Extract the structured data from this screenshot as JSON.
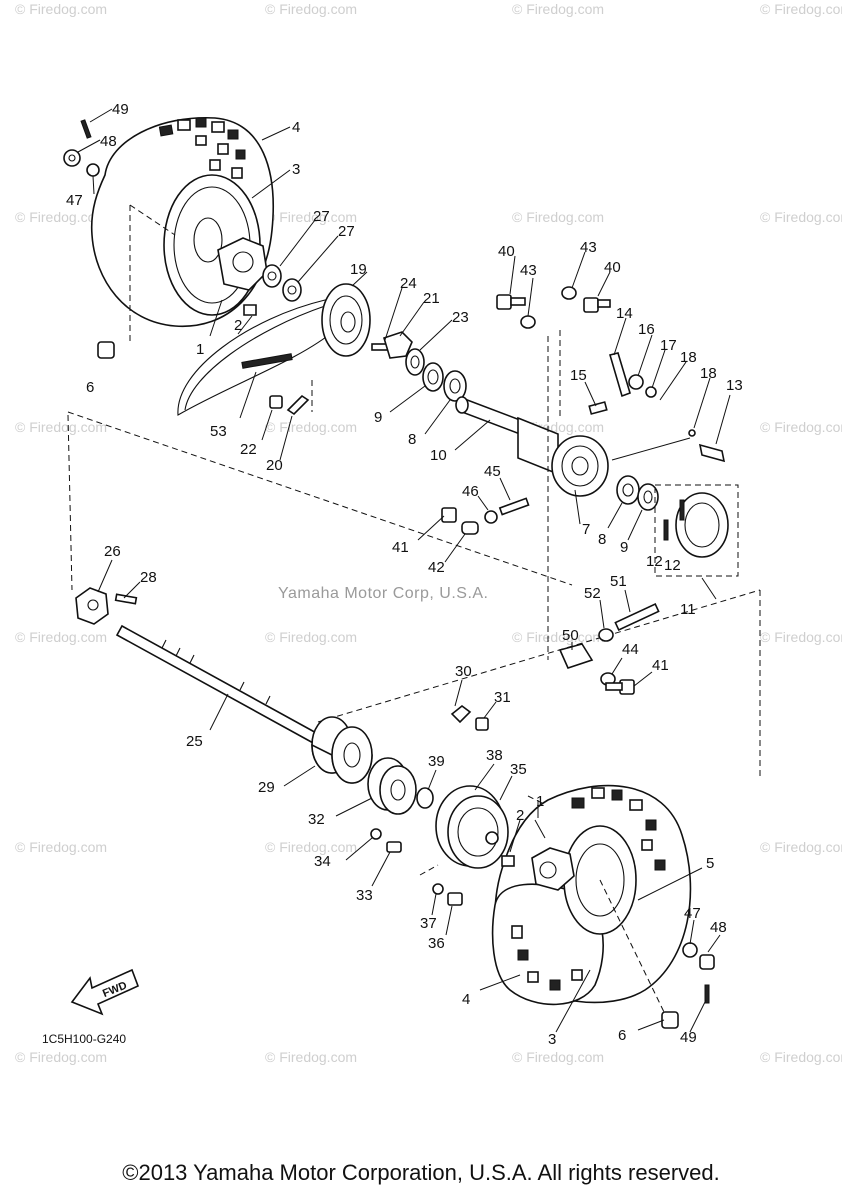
{
  "diagram": {
    "drawing_code": "1C5H100-G240",
    "direction_label": "FWD",
    "publisher_mark": "Yamaha Motor Corp, U.S.A.",
    "watermark": "© Firedog.com",
    "copyright": "©2013 Yamaha Motor Corporation, U.S.A. All rights reserved."
  },
  "callouts": [
    {
      "id": "c49a",
      "label": "49"
    },
    {
      "id": "c48a",
      "label": "48"
    },
    {
      "id": "c47a",
      "label": "47"
    },
    {
      "id": "c4a",
      "label": "4"
    },
    {
      "id": "c3a",
      "label": "3"
    },
    {
      "id": "c27a",
      "label": "27"
    },
    {
      "id": "c27b",
      "label": "27"
    },
    {
      "id": "c19",
      "label": "19"
    },
    {
      "id": "c24",
      "label": "24"
    },
    {
      "id": "c21",
      "label": "21"
    },
    {
      "id": "c23",
      "label": "23"
    },
    {
      "id": "c40a",
      "label": "40"
    },
    {
      "id": "c43a",
      "label": "43"
    },
    {
      "id": "c43b",
      "label": "43"
    },
    {
      "id": "c40b",
      "label": "40"
    },
    {
      "id": "c14",
      "label": "14"
    },
    {
      "id": "c16",
      "label": "16"
    },
    {
      "id": "c17",
      "label": "17"
    },
    {
      "id": "c18a",
      "label": "18"
    },
    {
      "id": "c18b",
      "label": "18"
    },
    {
      "id": "c13",
      "label": "13"
    },
    {
      "id": "c15",
      "label": "15"
    },
    {
      "id": "c2a",
      "label": "2"
    },
    {
      "id": "c1a",
      "label": "1"
    },
    {
      "id": "c6a",
      "label": "6"
    },
    {
      "id": "c53",
      "label": "53"
    },
    {
      "id": "c22",
      "label": "22"
    },
    {
      "id": "c20",
      "label": "20"
    },
    {
      "id": "c9a",
      "label": "9"
    },
    {
      "id": "c8a",
      "label": "8"
    },
    {
      "id": "c10",
      "label": "10"
    },
    {
      "id": "c7",
      "label": "7"
    },
    {
      "id": "c8b",
      "label": "8"
    },
    {
      "id": "c9b",
      "label": "9"
    },
    {
      "id": "c45",
      "label": "45"
    },
    {
      "id": "c46",
      "label": "46"
    },
    {
      "id": "c41a",
      "label": "41"
    },
    {
      "id": "c42",
      "label": "42"
    },
    {
      "id": "c12a",
      "label": "12"
    },
    {
      "id": "c12b",
      "label": "12"
    },
    {
      "id": "c11",
      "label": "11"
    },
    {
      "id": "c26",
      "label": "26"
    },
    {
      "id": "c28",
      "label": "28"
    },
    {
      "id": "c52",
      "label": "52"
    },
    {
      "id": "c51",
      "label": "51"
    },
    {
      "id": "c50",
      "label": "50"
    },
    {
      "id": "c44",
      "label": "44"
    },
    {
      "id": "c41b",
      "label": "41"
    },
    {
      "id": "c30",
      "label": "30"
    },
    {
      "id": "c31",
      "label": "31"
    },
    {
      "id": "c25",
      "label": "25"
    },
    {
      "id": "c38",
      "label": "38"
    },
    {
      "id": "c35",
      "label": "35"
    },
    {
      "id": "c39",
      "label": "39"
    },
    {
      "id": "c1b",
      "label": "1"
    },
    {
      "id": "c29",
      "label": "29"
    },
    {
      "id": "c2b",
      "label": "2"
    },
    {
      "id": "c32",
      "label": "32"
    },
    {
      "id": "c5",
      "label": "5"
    },
    {
      "id": "c34",
      "label": "34"
    },
    {
      "id": "c33",
      "label": "33"
    },
    {
      "id": "c47b",
      "label": "47"
    },
    {
      "id": "c48b",
      "label": "48"
    },
    {
      "id": "c37",
      "label": "37"
    },
    {
      "id": "c36",
      "label": "36"
    },
    {
      "id": "c4b",
      "label": "4"
    },
    {
      "id": "c3b",
      "label": "3"
    },
    {
      "id": "c6b",
      "label": "6"
    },
    {
      "id": "c49b",
      "label": "49"
    }
  ]
}
